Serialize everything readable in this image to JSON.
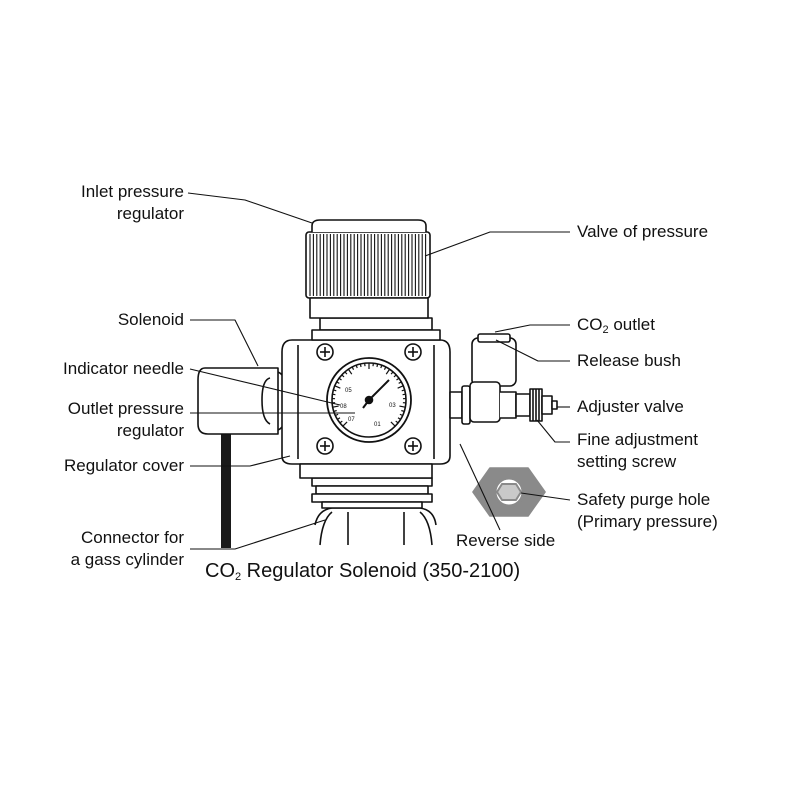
{
  "labels": {
    "inlet_line1": "Inlet pressure",
    "inlet_line2": "regulator",
    "valve_of_pressure": "Valve of pressure",
    "solenoid": "Solenoid",
    "co2_outlet_prefix": "CO",
    "co2_outlet_sub": "2",
    "co2_outlet_suffix": " outlet",
    "release_bush": "Release bush",
    "indicator_needle": "Indicator needle",
    "outlet_line1": "Outlet pressure",
    "outlet_line2": "regulator",
    "adjuster_valve": "Adjuster valve",
    "fine_line1": "Fine adjustment",
    "fine_line2": "setting screw",
    "regulator_cover": "Regulator cover",
    "safety_line1": "Safety purge hole",
    "safety_line2": "(Primary pressure)",
    "reverse_side": "Reverse side",
    "connector_line1": "Connector for",
    "connector_line2": "a gass cylinder"
  },
  "gauge": {
    "ticks": [
      "05",
      "08",
      "03",
      "07",
      "01"
    ]
  },
  "caption": {
    "prefix": "CO",
    "sub": "2",
    "suffix": " Regulator Solenoid (350-2100)"
  },
  "colors": {
    "ink": "#111111",
    "body_fill": "#ffffff",
    "hex_fill": "#8a8a8a",
    "hex_inner": "#c9c9c9",
    "cable": "#1a1a1a"
  }
}
